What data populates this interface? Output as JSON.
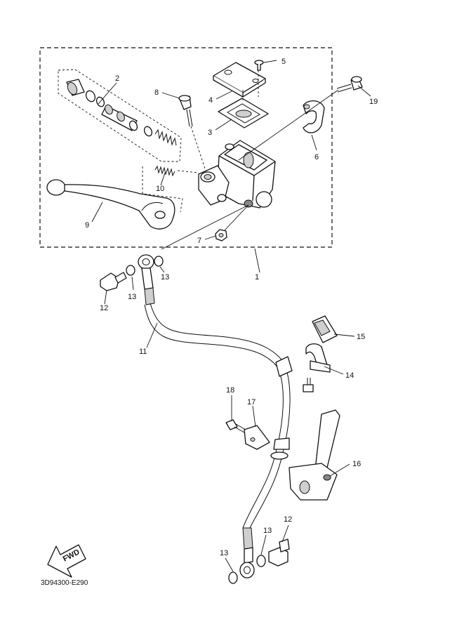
{
  "diagram": {
    "doc_code": "3D94300-E290",
    "fwd_label": "FWD",
    "callouts": {
      "c1": "1",
      "c2": "2",
      "c3": "3",
      "c4": "4",
      "c5": "5",
      "c6": "6",
      "c7": "7",
      "c8": "8",
      "c9": "9",
      "c10": "10",
      "c11": "11",
      "c12a": "12",
      "c12b": "12",
      "c13a": "13",
      "c13b": "13",
      "c13c": "13",
      "c13d": "13",
      "c14": "14",
      "c15": "15",
      "c16": "16",
      "c17": "17",
      "c18": "18",
      "c19": "19"
    }
  }
}
